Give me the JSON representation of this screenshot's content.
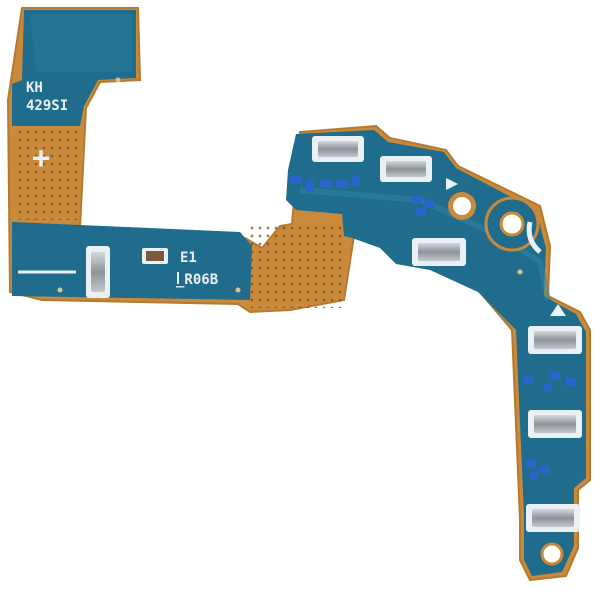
{
  "image": {
    "subject": "flex-pcb-board",
    "colors": {
      "background": "#ffffff",
      "flex_copper": "#c98a3c",
      "flex_copper_dark": "#a86a24",
      "solder_mask": "#1f6c8c",
      "solder_mask_light": "#2f86a6",
      "silkscreen": "#e9f1f4",
      "contact_metal": "#9aa0a6",
      "component_blue": "#2a63c9"
    },
    "silkscreen_text": {
      "line1": "KH",
      "line2": "429SI",
      "plus_mark": "+",
      "ref_top": "E1",
      "ref_bottom": "_R06B"
    }
  }
}
